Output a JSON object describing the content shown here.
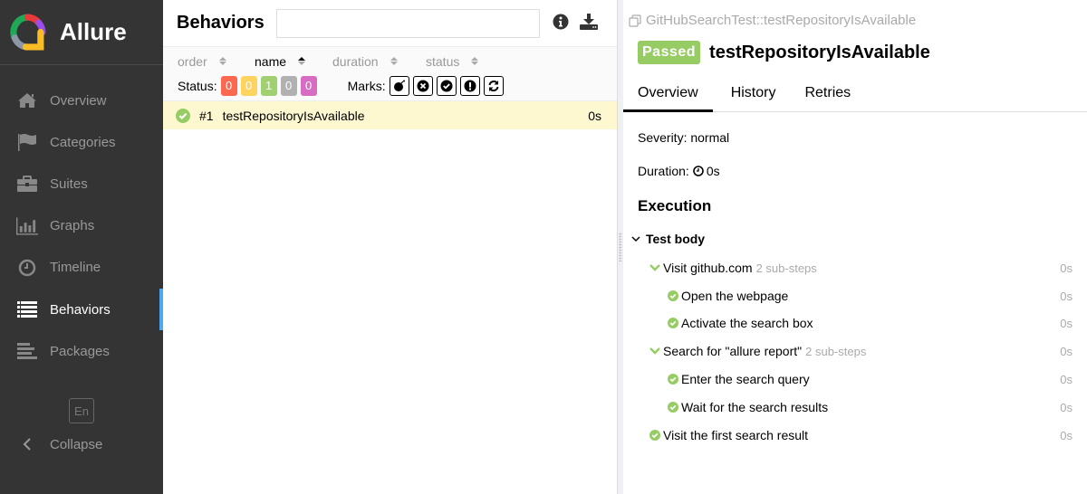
{
  "brand": {
    "name": "Allure"
  },
  "sidebar": {
    "items": [
      {
        "label": "Overview",
        "icon": "home-icon"
      },
      {
        "label": "Categories",
        "icon": "flag-icon"
      },
      {
        "label": "Suites",
        "icon": "briefcase-icon"
      },
      {
        "label": "Graphs",
        "icon": "bar-chart-icon"
      },
      {
        "label": "Timeline",
        "icon": "clock-icon"
      },
      {
        "label": "Behaviors",
        "icon": "list-icon",
        "active": true
      },
      {
        "label": "Packages",
        "icon": "align-left-icon"
      }
    ],
    "language": "En",
    "collapse_label": "Collapse"
  },
  "middle": {
    "title": "Behaviors",
    "search": {
      "value": "",
      "placeholder": ""
    },
    "sort": {
      "order": "order",
      "name": "name",
      "duration": "duration",
      "status": "status"
    },
    "status_filter": {
      "label": "Status:",
      "counts": [
        {
          "name": "failed",
          "value": "0",
          "color": "#fd5a3e"
        },
        {
          "name": "broken",
          "value": "0",
          "color": "#ffd050"
        },
        {
          "name": "passed",
          "value": "1",
          "color": "#97cc64"
        },
        {
          "name": "skipped",
          "value": "0",
          "color": "#aaaaaa"
        },
        {
          "name": "unknown",
          "value": "0",
          "color": "#d35ebe"
        }
      ]
    },
    "marks": {
      "label": "Marks:",
      "items": [
        "flaky-icon",
        "new-failed-icon",
        "new-passed-icon",
        "new-broken-icon",
        "retries-icon"
      ]
    },
    "rows": [
      {
        "order": "#1",
        "name": "testRepositoryIsAvailable",
        "duration": "0s",
        "status": "passed"
      }
    ]
  },
  "detail": {
    "breadcrumb": "GitHubSearchTest::testRepositoryIsAvailable",
    "status": "Passed",
    "title": "testRepositoryIsAvailable",
    "tabs": [
      "Overview",
      "History",
      "Retries"
    ],
    "severity": "Severity: normal",
    "duration_label": "Duration:",
    "duration_value": "0s",
    "execution_title": "Execution",
    "test_body": "Test body",
    "steps": [
      {
        "name": "Visit github.com",
        "sub": "2 sub-steps",
        "duration": "0s",
        "level": 1,
        "expandable": true
      },
      {
        "name": "Open the webpage",
        "duration": "0s",
        "level": 2
      },
      {
        "name": "Activate the search box",
        "duration": "0s",
        "level": 2
      },
      {
        "name": "Search for \"allure report\"",
        "sub": "2 sub-steps",
        "duration": "0s",
        "level": 1,
        "expandable": true
      },
      {
        "name": "Enter the search query",
        "duration": "0s",
        "level": 2
      },
      {
        "name": "Wait for the search results",
        "duration": "0s",
        "level": 2
      },
      {
        "name": "Visit the first search result",
        "duration": "0s",
        "level": 1
      }
    ],
    "colors": {
      "passed": "#97cc64",
      "accent": "#4ea8f0"
    }
  }
}
